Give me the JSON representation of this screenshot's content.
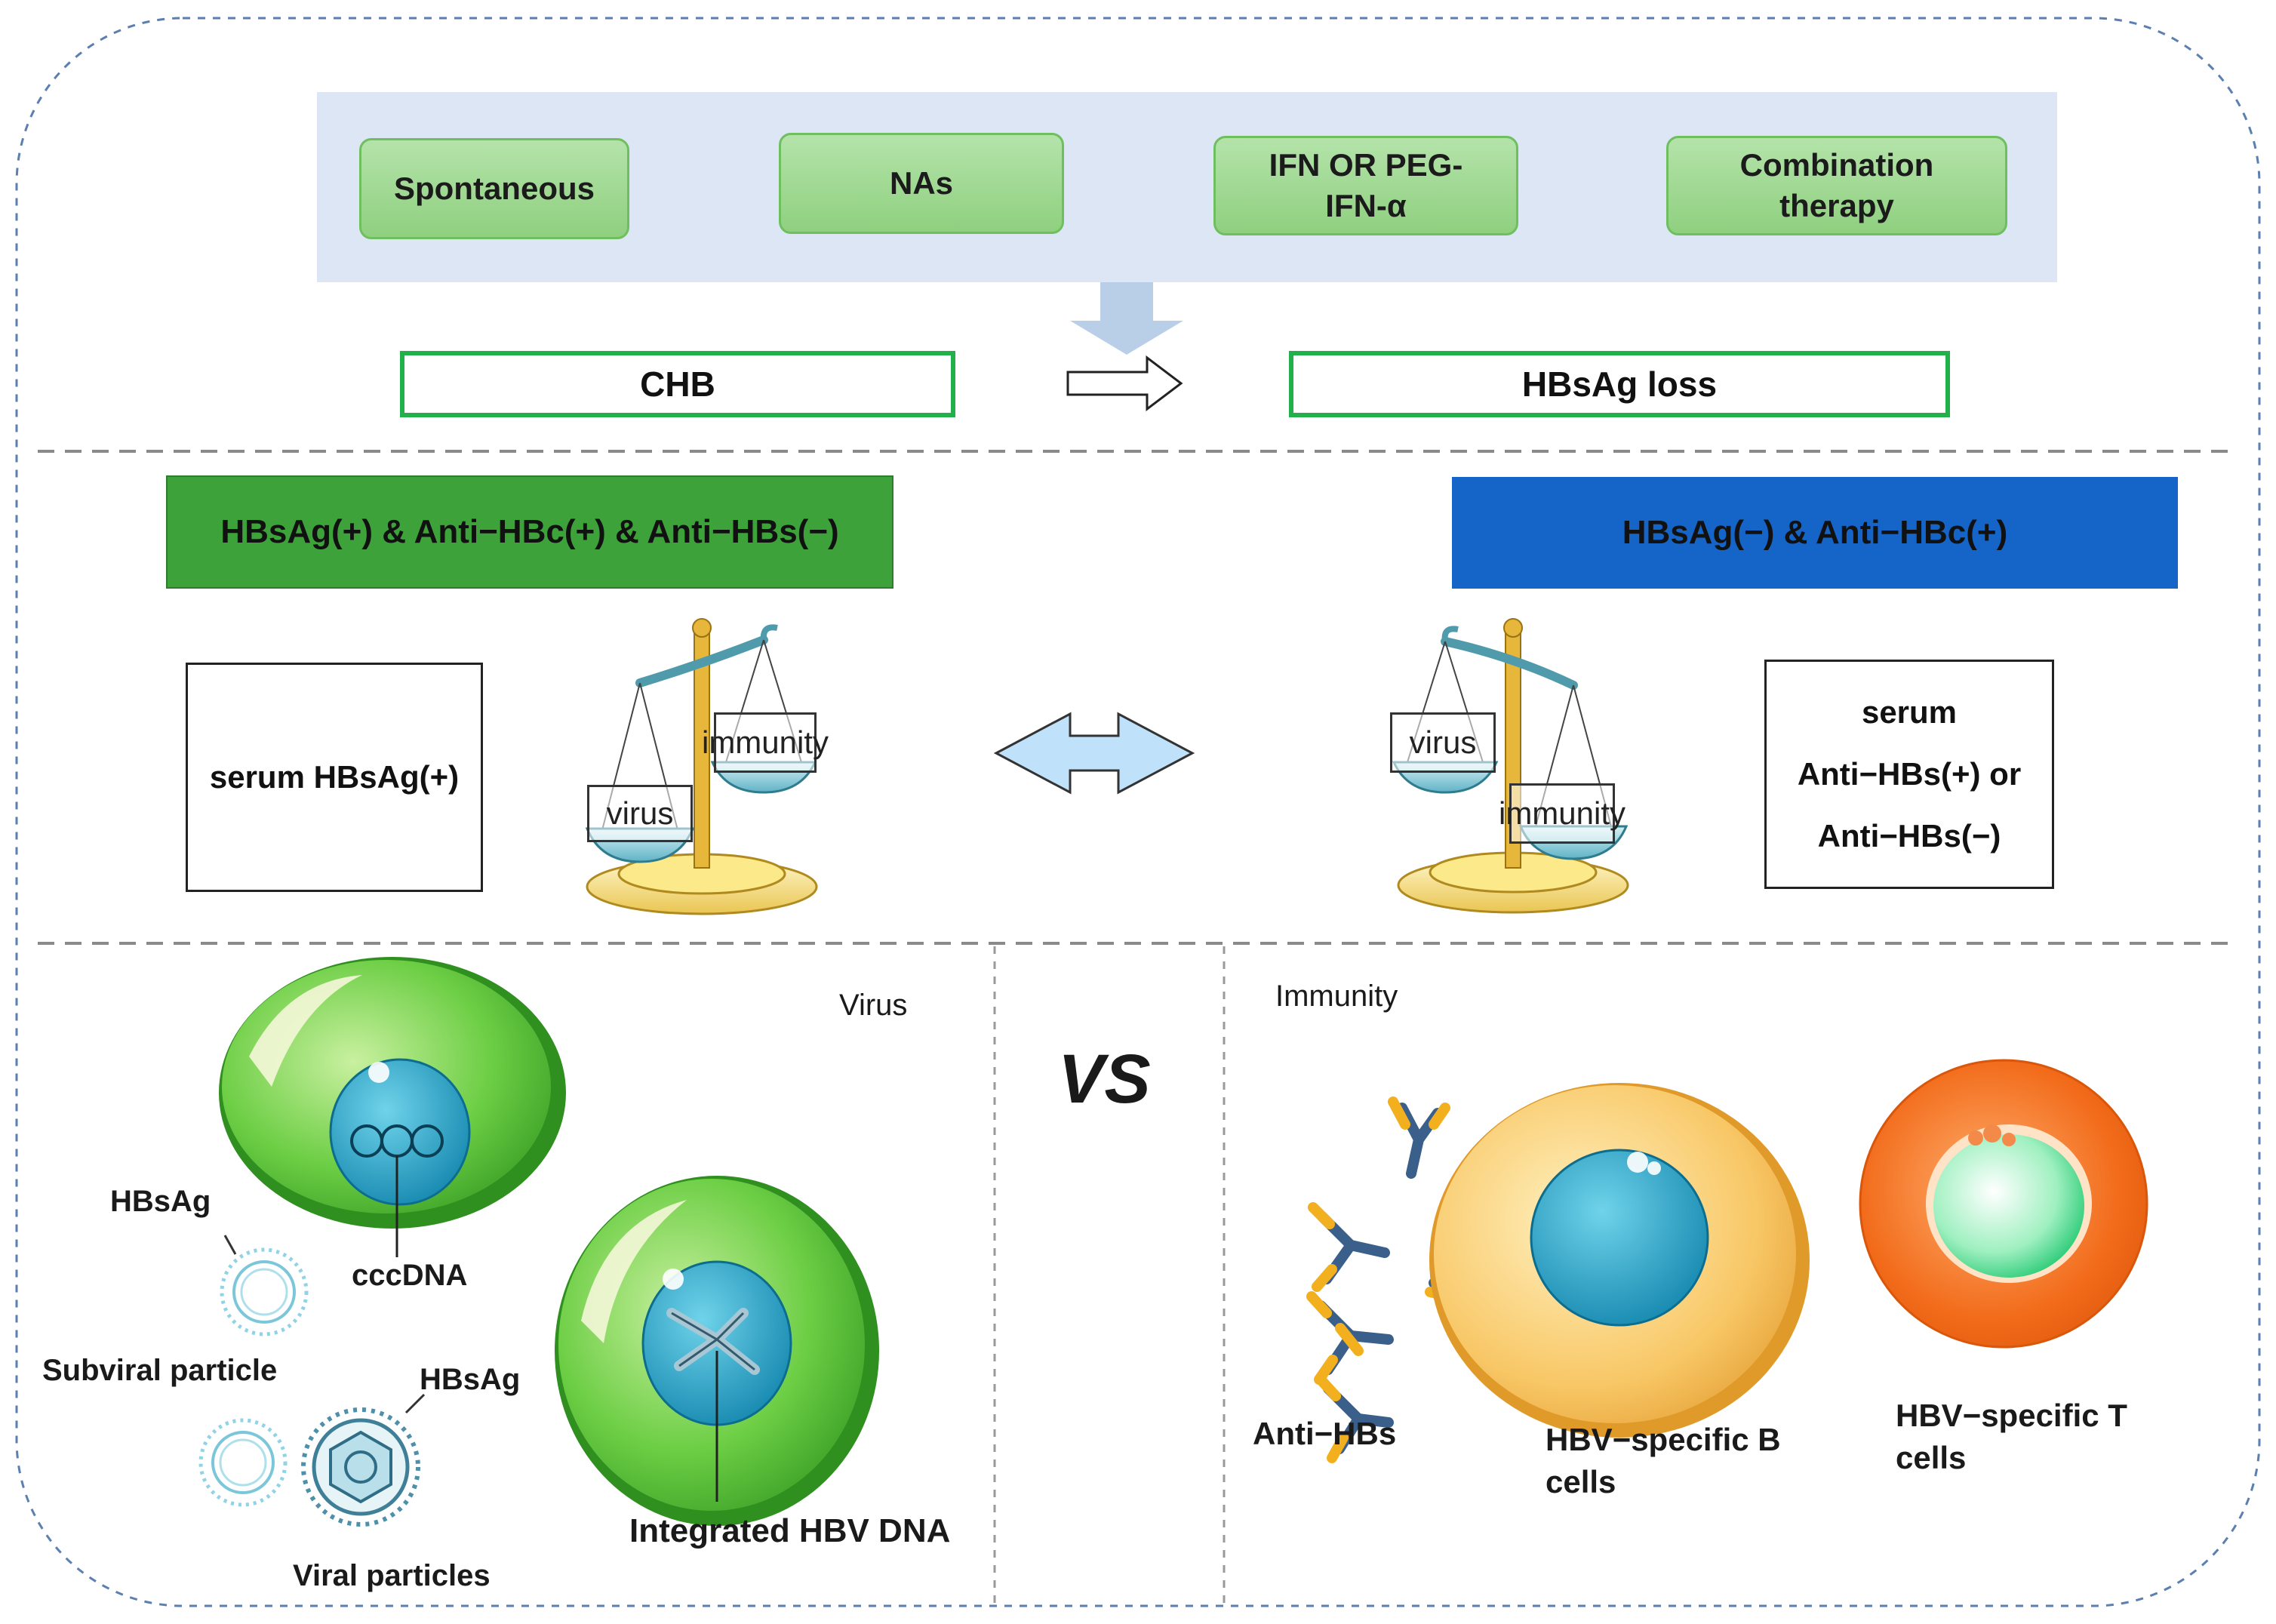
{
  "treatments": [
    "Spontaneous",
    "NAs",
    "IFN OR PEG-\nIFN-α",
    "Combination\ntherapy"
  ],
  "progress": {
    "from": "CHB",
    "to": "HBsAg loss"
  },
  "status": {
    "left": "HBsAg(+) & Anti−HBc(+) & Anti−HBs(−)",
    "right": "HBsAg(−) & Anti−HBc(+)",
    "left_color": "#3da23a",
    "right_color": "#1565c8"
  },
  "serum": {
    "left": "serum HBsAg(+)",
    "right_lines": [
      "serum",
      "Anti−HBs(+) or",
      "Anti−HBs(−)"
    ]
  },
  "scale_labels": {
    "virus": "virus",
    "immunity": "immunity"
  },
  "bottom": {
    "virus_title": "Virus",
    "immunity_title": "Immunity",
    "vs": "VS",
    "labels": {
      "hbsag_1": "HBsAg",
      "cccdna": "cccDNA",
      "subviral": "Subviral particle",
      "hbsag_2": "HBsAg",
      "viral": "Viral particles",
      "integrated": "Integrated HBV DNA",
      "anti_hbs": "Anti−HBs",
      "b_cells": "HBV−specific B\ncells",
      "t_cells": "HBV−specific T\ncells"
    }
  }
}
